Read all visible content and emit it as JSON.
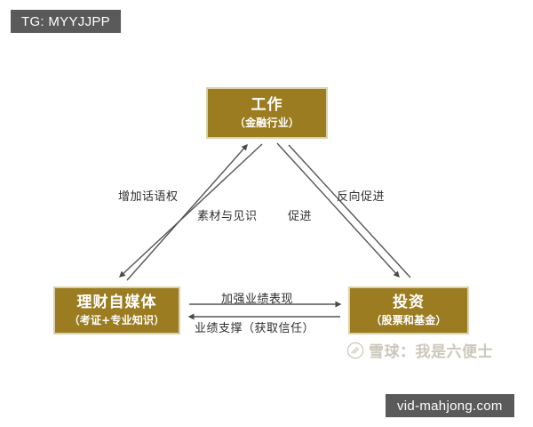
{
  "watermarks": {
    "tag_badge": "TG: MYYJJPP",
    "site_badge": "vid-mahjong.com",
    "xueqiu_text": "雪球：我是六便士",
    "xueqiu_logo_icon": "xueqiu-circle-logo-icon"
  },
  "diagram": {
    "type": "triangular-relationship",
    "nodes": [
      {
        "id": "work",
        "title": "工作",
        "subtitle": "（金融行业）",
        "position": "top"
      },
      {
        "id": "media",
        "title": "理财自媒体",
        "subtitle": "（考证+专业知识）",
        "position": "bottom-left"
      },
      {
        "id": "invest",
        "title": "投资",
        "subtitle": "（股票和基金）",
        "position": "bottom-right"
      }
    ],
    "edges": [
      {
        "id": "voice",
        "label": "增加话语权",
        "from": "media",
        "to": "work",
        "side": "left-outer"
      },
      {
        "id": "material",
        "label": "素材与见识",
        "from": "work",
        "to": "media",
        "side": "left-inner"
      },
      {
        "id": "reverse",
        "label": "反向促进",
        "from": "invest",
        "to": "work",
        "side": "right-outer"
      },
      {
        "id": "promote",
        "label": "促进",
        "from": "work",
        "to": "invest",
        "side": "right-inner"
      },
      {
        "id": "perf",
        "label": "加强业绩表现",
        "from": "media",
        "to": "invest",
        "side": "bottom-upper"
      },
      {
        "id": "support",
        "label": "业绩支撑（获取信任）",
        "from": "invest",
        "to": "media",
        "side": "bottom-lower"
      }
    ]
  },
  "colors": {
    "node_fill": "#9b7c20",
    "node_border": "#dcd0ad",
    "node_text": "#ffffff",
    "line": "#555555",
    "badge_bg": "#5a5a5a",
    "background": "#ffffff"
  }
}
